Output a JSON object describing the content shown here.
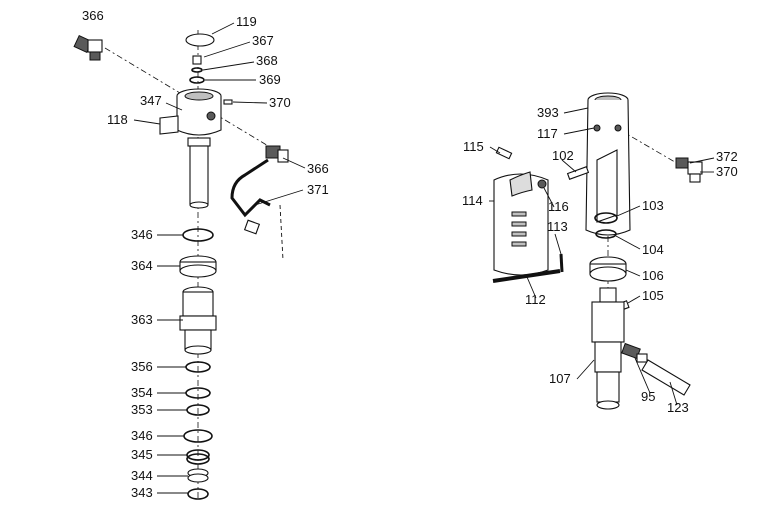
{
  "diagram": {
    "part_labels": [
      "366",
      "119",
      "367",
      "368",
      "369",
      "370",
      "347",
      "118",
      "366",
      "371",
      "346",
      "364",
      "363",
      "356",
      "354",
      "353",
      "346",
      "345",
      "344",
      "343",
      "393",
      "117",
      "115",
      "102",
      "372",
      "370",
      "114",
      "116",
      "103",
      "113",
      "104",
      "106",
      "112",
      "105",
      "107",
      "95",
      "123"
    ]
  }
}
